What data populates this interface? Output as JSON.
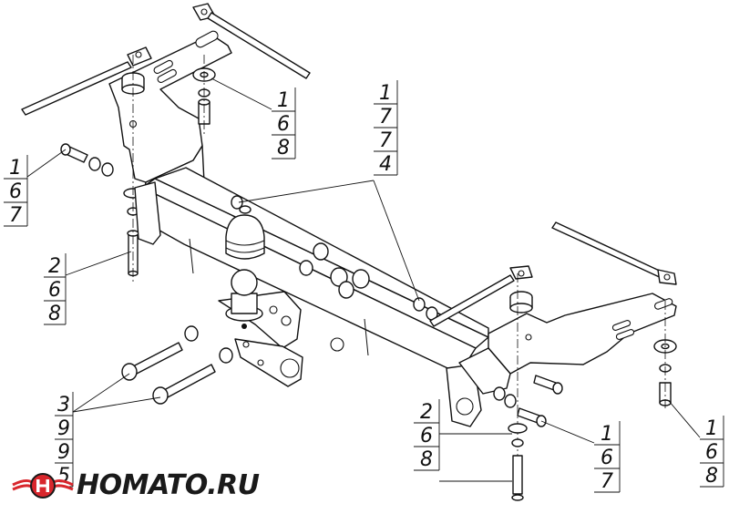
{
  "callouts": [
    {
      "id": "c1",
      "lines": [
        "1",
        "6",
        "7"
      ]
    },
    {
      "id": "c2",
      "lines": [
        "2",
        "6",
        "8"
      ]
    },
    {
      "id": "c3",
      "lines": [
        "1",
        "6",
        "8"
      ]
    },
    {
      "id": "c4",
      "lines": [
        "1",
        "7",
        "7",
        "4"
      ]
    },
    {
      "id": "c5",
      "lines": [
        "3",
        "9",
        "9",
        "5"
      ]
    },
    {
      "id": "c6",
      "lines": [
        "2",
        "6",
        "8"
      ]
    },
    {
      "id": "c7",
      "lines": [
        "1",
        "6",
        "7"
      ]
    },
    {
      "id": "c8",
      "lines": [
        "1",
        "6",
        "8"
      ]
    }
  ],
  "brand": {
    "text": "HOMATO.RU",
    "logo_icon": "winged-h-logo-icon",
    "colors": {
      "red": "#d8262c",
      "dark": "#1a1a1a"
    }
  }
}
